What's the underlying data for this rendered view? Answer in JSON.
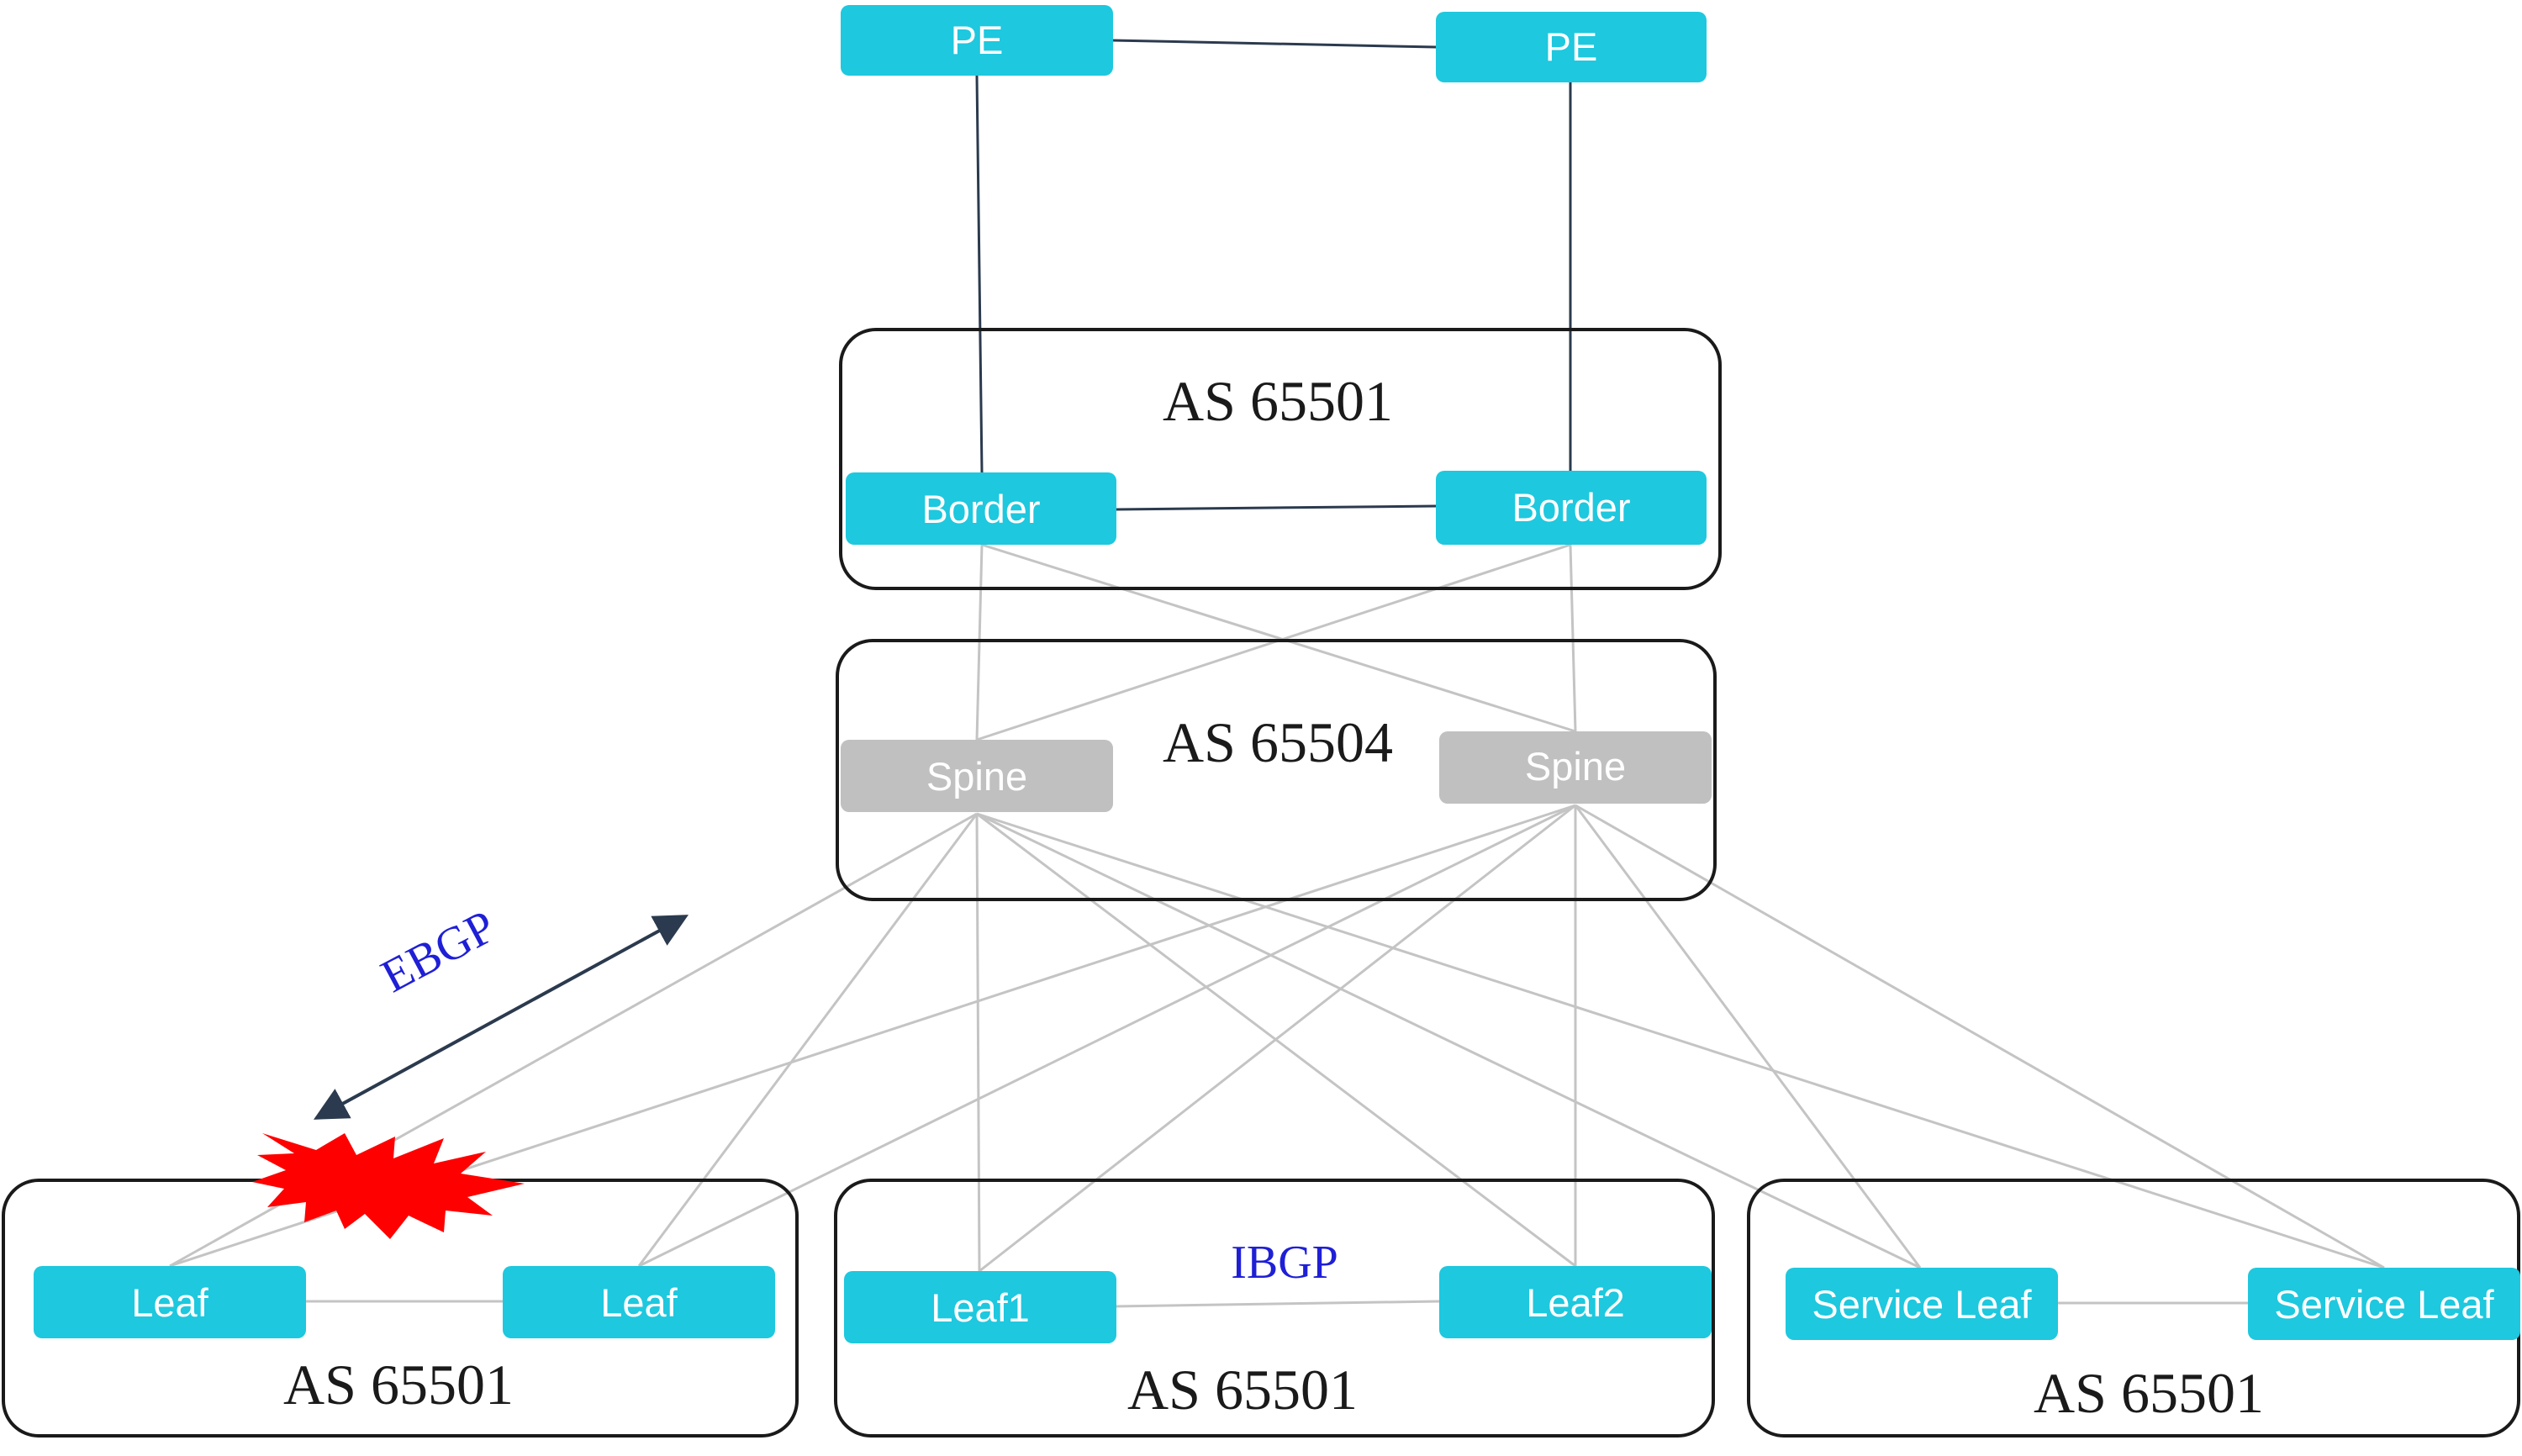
{
  "colors": {
    "node": "#1ec8de",
    "node_text": "#ffffff",
    "spine": "#c0c0c0",
    "group_border": "#1a1a1a",
    "wan_link": "#2b3a4e",
    "fabric_link": "#c4c4c4",
    "protocol_text": "#1f1fd6",
    "alert": "#ff0000",
    "arrow": "#2b3a4e"
  },
  "groups": {
    "border_as": {
      "label": "AS 65501"
    },
    "spine_as": {
      "label": "AS 65504"
    },
    "leaf_as_left": {
      "label": "AS 65501"
    },
    "leaf_as_middle": {
      "label": "AS 65501"
    },
    "leaf_as_right": {
      "label": "AS 65501"
    }
  },
  "nodes": {
    "pe_left": {
      "label": "PE"
    },
    "pe_right": {
      "label": "PE"
    },
    "border_left": {
      "label": "Border"
    },
    "border_right": {
      "label": "Border"
    },
    "spine_left": {
      "label": "Spine"
    },
    "spine_right": {
      "label": "Spine"
    },
    "leaf_a": {
      "label": "Leaf"
    },
    "leaf_b": {
      "label": "Leaf"
    },
    "leaf_1": {
      "label": "Leaf1"
    },
    "leaf_2": {
      "label": "Leaf2"
    },
    "service_leaf_a": {
      "label": "Service Leaf"
    },
    "service_leaf_b": {
      "label": "Service Leaf"
    }
  },
  "protocols": {
    "ebgp": "EBGP",
    "ibgp": "IBGP"
  },
  "icons": {
    "failure": "explosion-burst-icon",
    "session": "double-arrow-icon"
  }
}
